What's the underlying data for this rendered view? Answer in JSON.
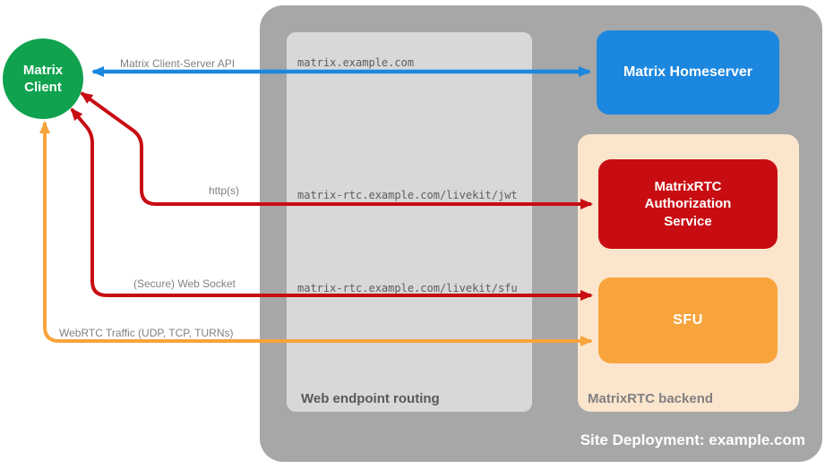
{
  "diagram": {
    "client": {
      "label": "Matrix\nClient",
      "color": "#10a24e"
    },
    "site_deployment": {
      "label": "Site Deployment: example.com",
      "color": "#a7a7a7"
    },
    "web_endpoint_routing": {
      "label": "Web endpoint routing",
      "color": "#d8d8d8",
      "endpoints": [
        "matrix.example.com",
        "matrix-rtc.example.com/livekit/jwt",
        "matrix-rtc.example.com/livekit/sfu"
      ]
    },
    "matrixrtc_backend": {
      "label": "MatrixRTC backend",
      "color": "#fce5cd"
    },
    "homeserver": {
      "label": "Matrix Homeserver",
      "color": "#1c87df"
    },
    "auth_service": {
      "label": "MatrixRTC Authorization Service",
      "color": "#c80d12"
    },
    "sfu": {
      "label": "SFU",
      "color": "#f7a43c"
    },
    "connections": [
      {
        "label": "Matrix Client-Server API",
        "color": "#1c87df",
        "from": "Matrix Client",
        "to": "Matrix Homeserver",
        "via": "matrix.example.com"
      },
      {
        "label": "http(s)",
        "color": "#c80d12",
        "from": "Matrix Client",
        "to": "MatrixRTC Authorization Service",
        "via": "matrix-rtc.example.com/livekit/jwt"
      },
      {
        "label": "(Secure) Web Socket",
        "color": "#c80d12",
        "from": "Matrix Client",
        "to": "SFU",
        "via": "matrix-rtc.example.com/livekit/sfu"
      },
      {
        "label": "WebRTC Traffic (UDP, TCP, TURNs)",
        "color": "#f7a43c",
        "from": "Matrix Client",
        "to": "SFU"
      }
    ]
  }
}
